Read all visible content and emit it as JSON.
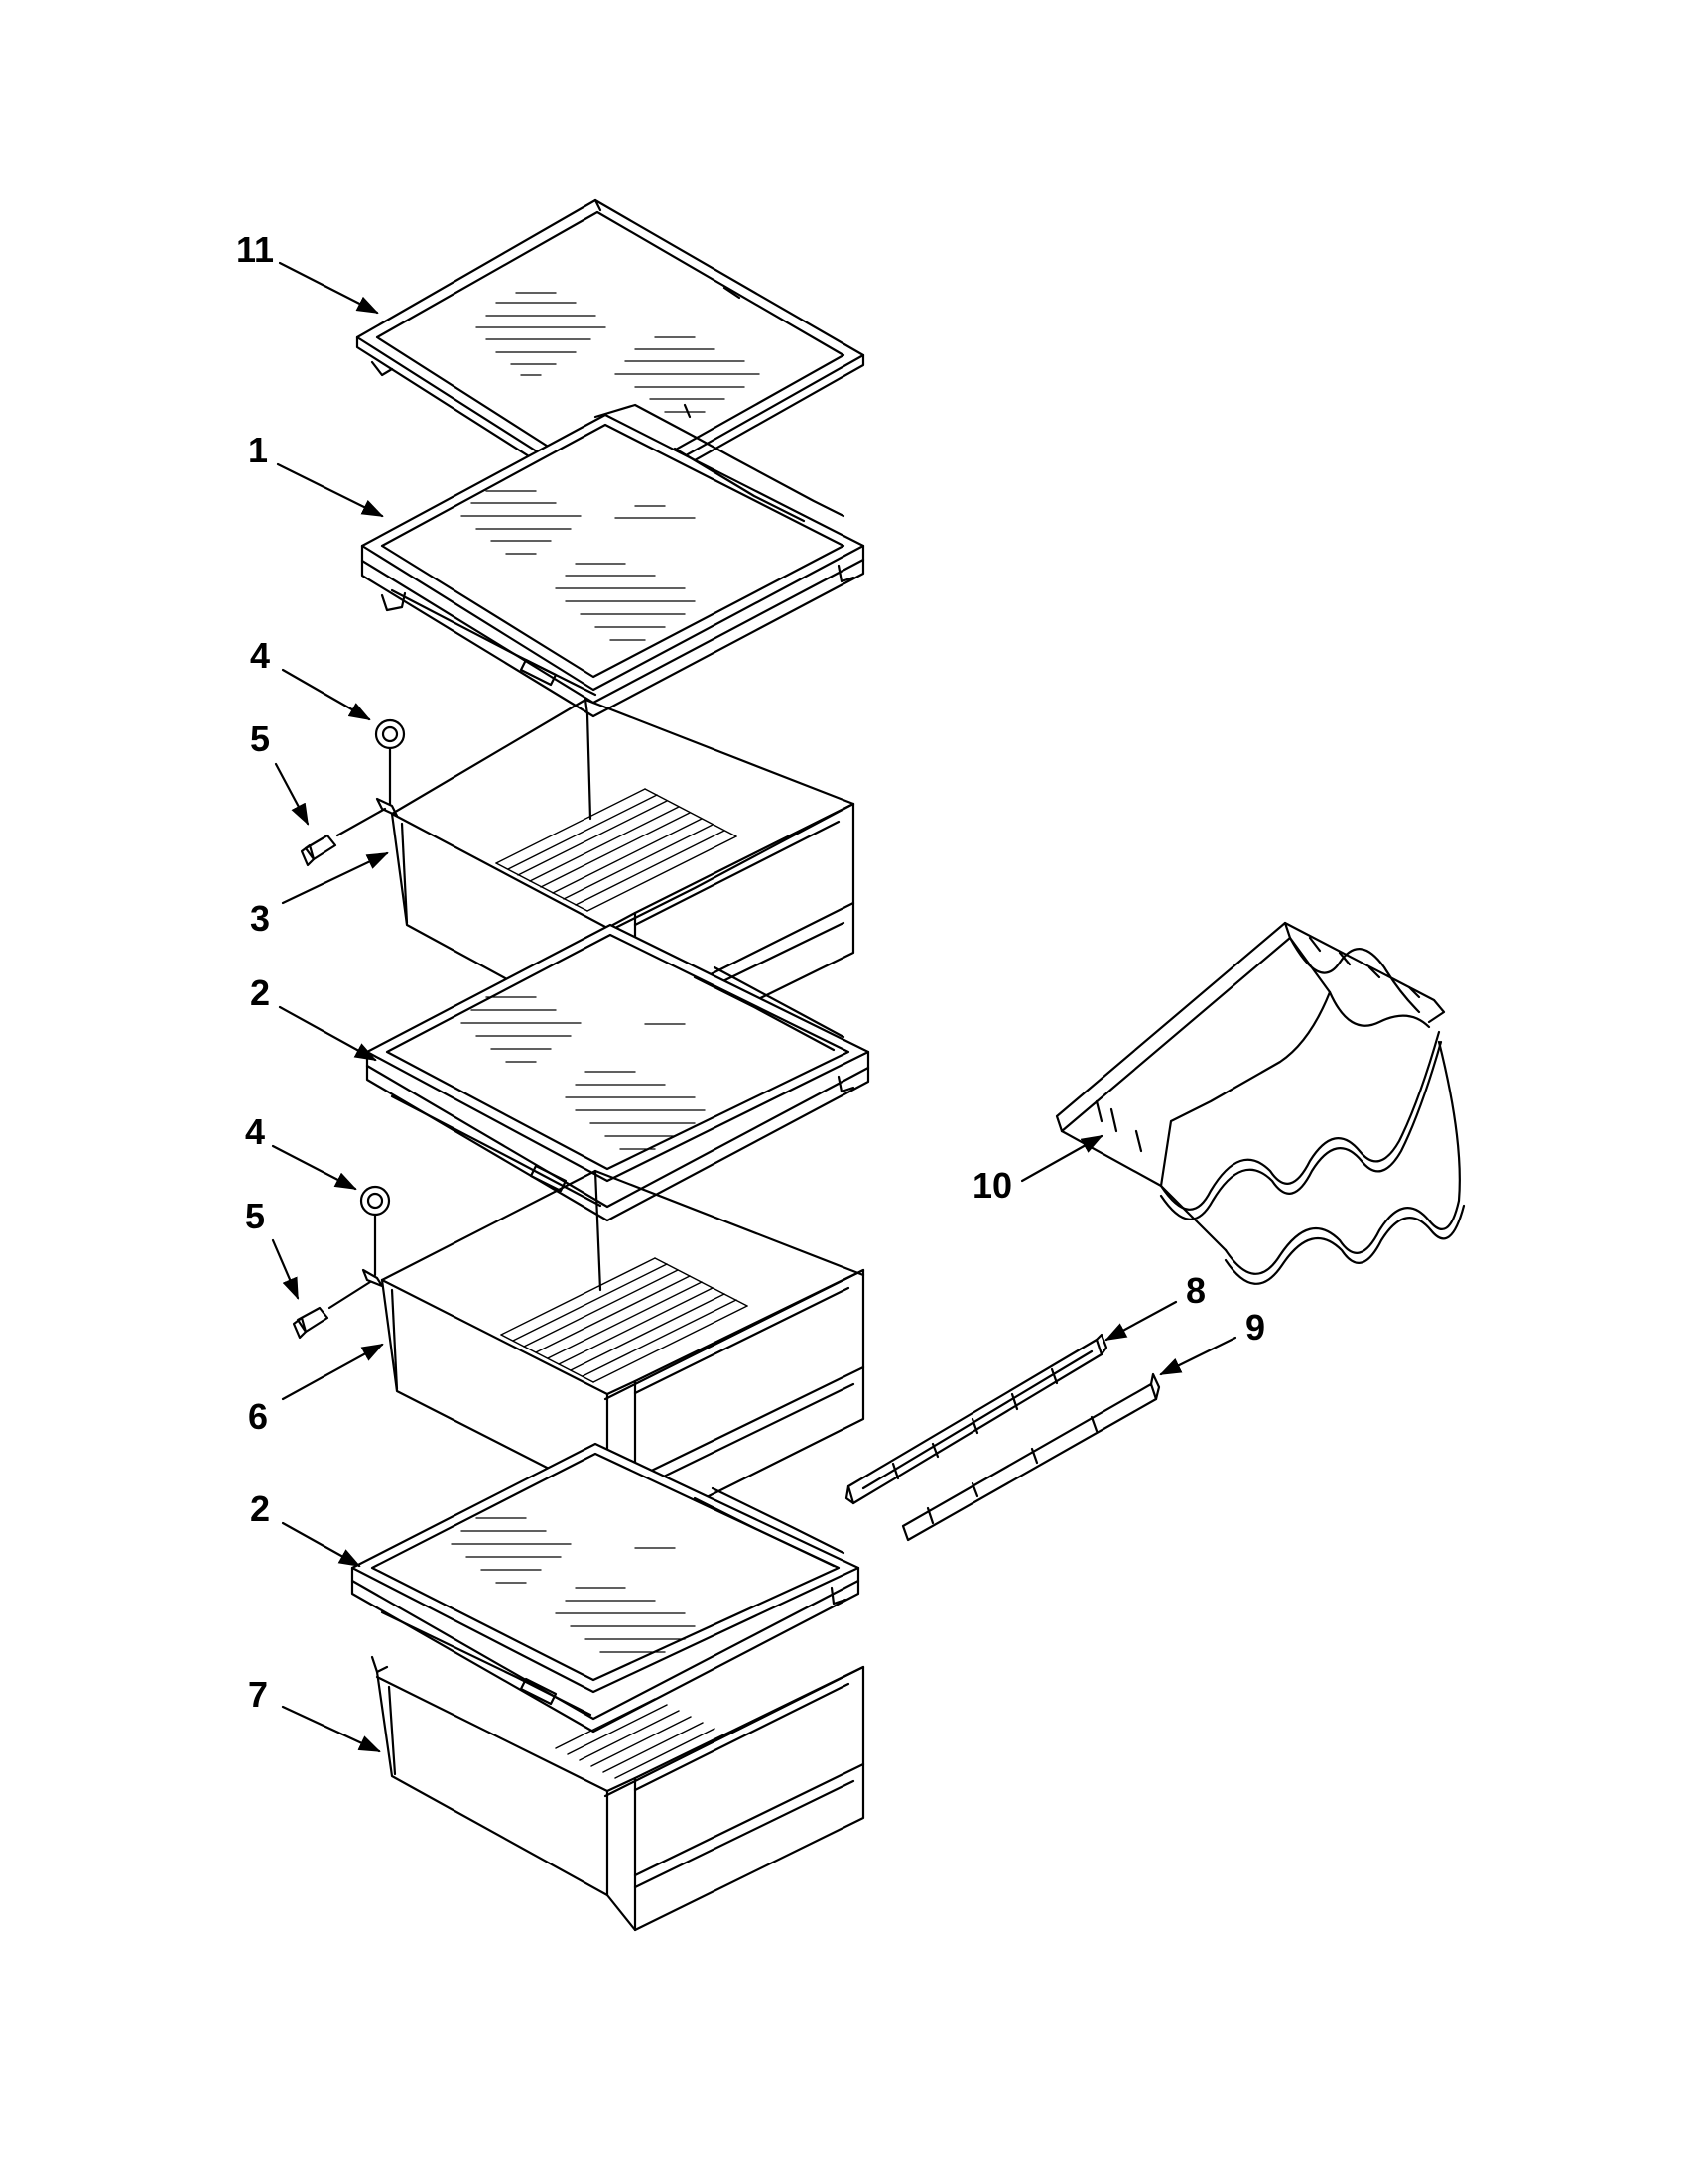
{
  "callouts": [
    {
      "id": "callout-11",
      "number": "11"
    },
    {
      "id": "callout-1",
      "number": "1"
    },
    {
      "id": "callout-4a",
      "number": "4"
    },
    {
      "id": "callout-5a",
      "number": "5"
    },
    {
      "id": "callout-3",
      "number": "3"
    },
    {
      "id": "callout-2a",
      "number": "2"
    },
    {
      "id": "callout-4b",
      "number": "4"
    },
    {
      "id": "callout-5b",
      "number": "5"
    },
    {
      "id": "callout-6",
      "number": "6"
    },
    {
      "id": "callout-2b",
      "number": "2"
    },
    {
      "id": "callout-7",
      "number": "7"
    },
    {
      "id": "callout-10",
      "number": "10"
    },
    {
      "id": "callout-8",
      "number": "8"
    },
    {
      "id": "callout-9",
      "number": "9"
    }
  ],
  "colors": {
    "line": "#000000",
    "background": "#ffffff"
  }
}
